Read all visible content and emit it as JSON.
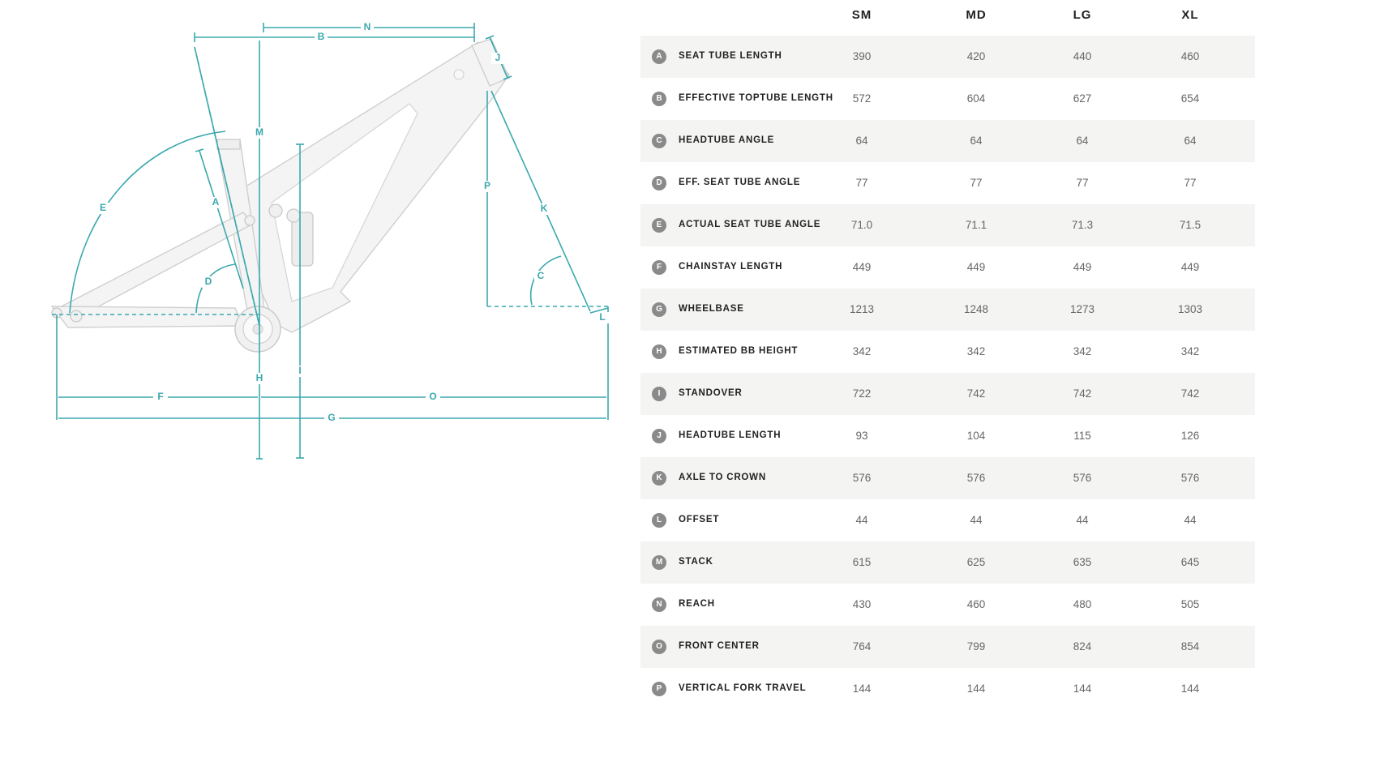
{
  "sizes": [
    "SM",
    "MD",
    "LG",
    "XL"
  ],
  "rows": [
    {
      "letter": "A",
      "name": "SEAT TUBE LENGTH",
      "values": [
        "390",
        "420",
        "440",
        "460"
      ]
    },
    {
      "letter": "B",
      "name": "EFFECTIVE TOPTUBE LENGTH",
      "values": [
        "572",
        "604",
        "627",
        "654"
      ]
    },
    {
      "letter": "C",
      "name": "HEADTUBE ANGLE",
      "values": [
        "64",
        "64",
        "64",
        "64"
      ]
    },
    {
      "letter": "D",
      "name": "EFF. SEAT TUBE ANGLE",
      "values": [
        "77",
        "77",
        "77",
        "77"
      ]
    },
    {
      "letter": "E",
      "name": "ACTUAL SEAT TUBE ANGLE",
      "values": [
        "71.0",
        "71.1",
        "71.3",
        "71.5"
      ]
    },
    {
      "letter": "F",
      "name": "CHAINSTAY LENGTH",
      "values": [
        "449",
        "449",
        "449",
        "449"
      ]
    },
    {
      "letter": "G",
      "name": "WHEELBASE",
      "values": [
        "1213",
        "1248",
        "1273",
        "1303"
      ]
    },
    {
      "letter": "H",
      "name": "ESTIMATED BB HEIGHT",
      "values": [
        "342",
        "342",
        "342",
        "342"
      ]
    },
    {
      "letter": "I",
      "name": "STANDOVER",
      "values": [
        "722",
        "742",
        "742",
        "742"
      ]
    },
    {
      "letter": "J",
      "name": "HEADTUBE LENGTH",
      "values": [
        "93",
        "104",
        "115",
        "126"
      ]
    },
    {
      "letter": "K",
      "name": "AXLE TO CROWN",
      "values": [
        "576",
        "576",
        "576",
        "576"
      ]
    },
    {
      "letter": "L",
      "name": "OFFSET",
      "values": [
        "44",
        "44",
        "44",
        "44"
      ]
    },
    {
      "letter": "M",
      "name": "STACK",
      "values": [
        "615",
        "625",
        "635",
        "645"
      ]
    },
    {
      "letter": "N",
      "name": "REACH",
      "values": [
        "430",
        "460",
        "480",
        "505"
      ]
    },
    {
      "letter": "O",
      "name": "FRONT CENTER",
      "values": [
        "764",
        "799",
        "824",
        "854"
      ]
    },
    {
      "letter": "P",
      "name": "VERTICAL FORK TRAVEL",
      "values": [
        "144",
        "144",
        "144",
        "144"
      ]
    }
  ],
  "diagram_labels": {
    "A": "A",
    "B": "B",
    "C": "C",
    "D": "D",
    "E": "E",
    "F": "F",
    "G": "G",
    "H": "H",
    "I": "I",
    "J": "J",
    "K": "K",
    "L": "L",
    "M": "M",
    "N": "N",
    "O": "O",
    "P": "P"
  },
  "colors": {
    "accent": "#3aa8ae",
    "badge": "#8a8a8a",
    "row_shade": "#f4f4f3",
    "frame": "#cfcfcf"
  }
}
